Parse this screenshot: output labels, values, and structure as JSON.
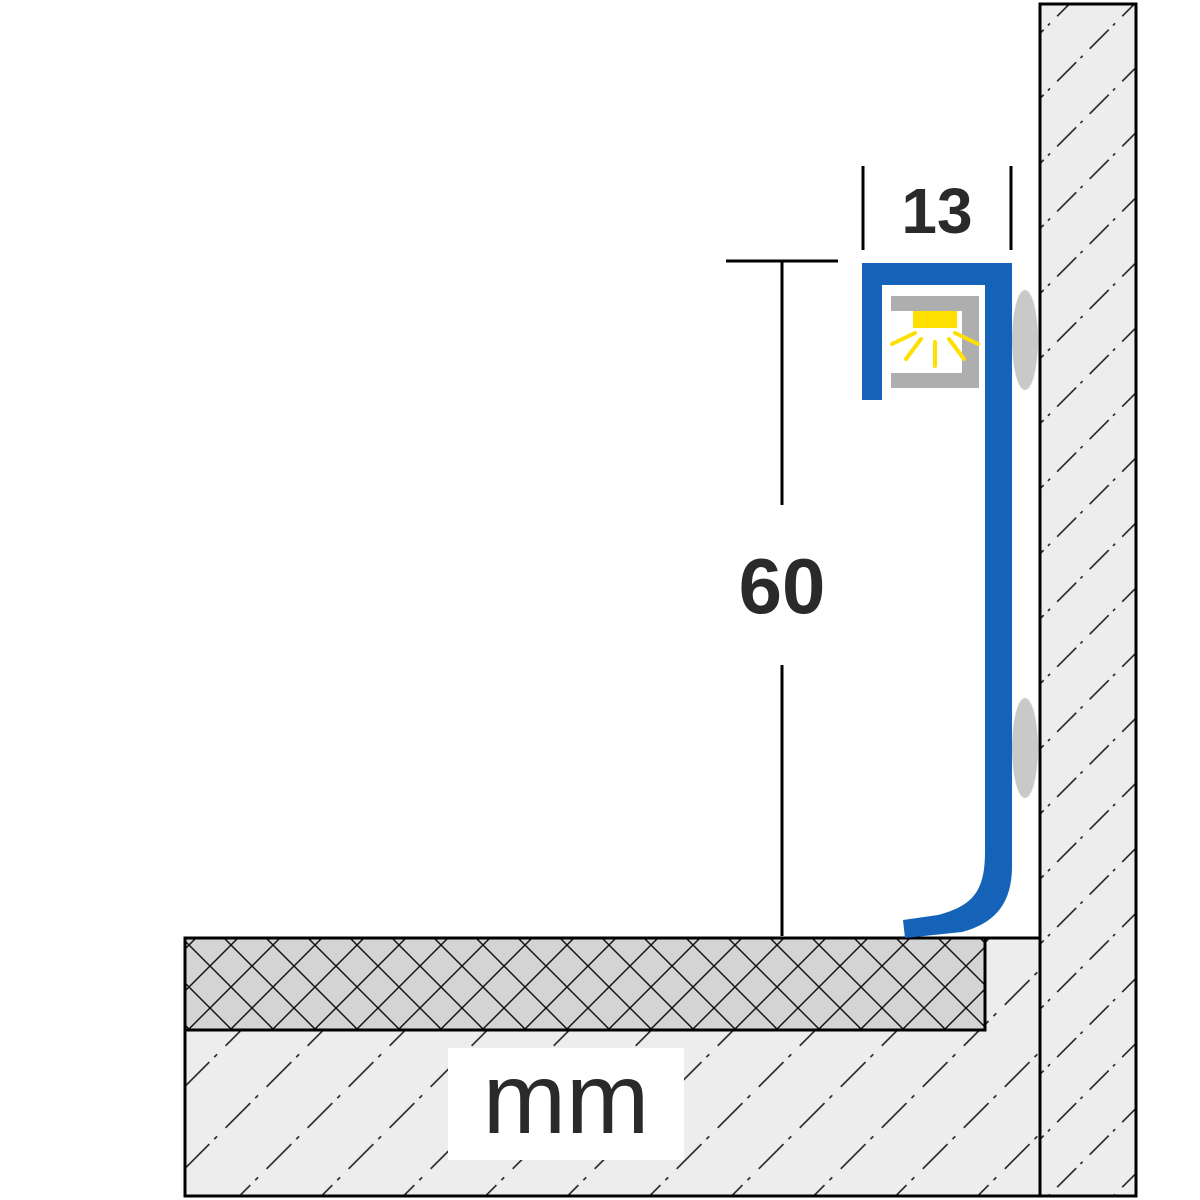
{
  "labels": {
    "dimension_width": "13",
    "dimension_height": "60",
    "unit": "mm"
  },
  "colors": {
    "profile": "#1463b8",
    "led": "#ffdf00",
    "insert": "#aeaeae",
    "adhesive_dot": "#c9c9c9",
    "masonry_fill": "#ededed",
    "tile_fill": "#d4d4d4",
    "outline": "#000000",
    "text": "#2a2a2a"
  }
}
